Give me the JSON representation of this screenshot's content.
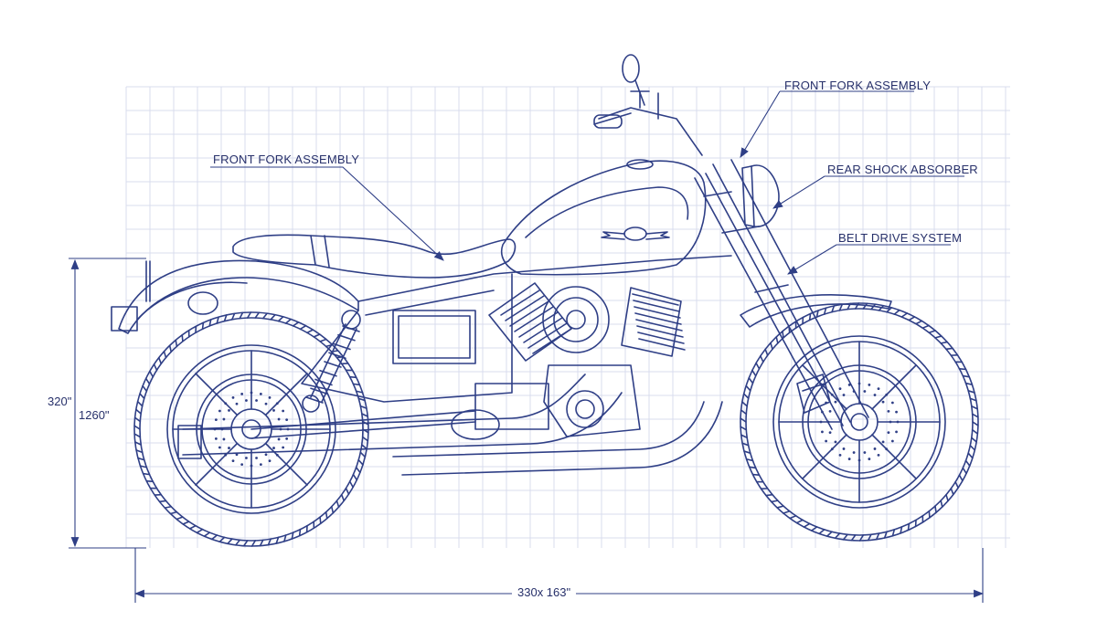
{
  "colors": {
    "line": "#2f3f86",
    "grid": "#d9dced",
    "background": "#ffffff",
    "text": "#27306a"
  },
  "labels": {
    "front_fork_top": "FRONT FORK ASSEMBLY",
    "front_fork_left": "FRONT FORK ASSEMBLY",
    "rear_shock": "REAR SHOCK ABSORBER",
    "belt_drive": "BELT DRIVE SYSTEM"
  },
  "dimensions": {
    "horizontal": "330x 163\"",
    "vertical_primary": "320\"",
    "vertical_secondary": "1260\""
  }
}
